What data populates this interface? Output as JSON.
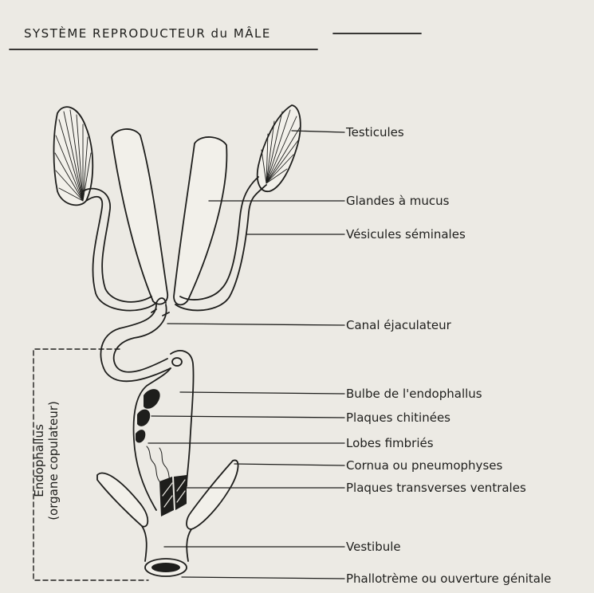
{
  "title": "SYSTÈME REPRODUCTEUR du MÂLE",
  "labels": [
    {
      "key": "testicules",
      "text": "Testicules"
    },
    {
      "key": "glandes",
      "text": "Glandes à mucus"
    },
    {
      "key": "vesicules",
      "text": "Vésicules séminales"
    },
    {
      "key": "canal",
      "text": "Canal éjaculateur"
    },
    {
      "key": "bulbe",
      "text": "Bulbe de l'endophallus"
    },
    {
      "key": "plaques_chitinees",
      "text": "Plaques chitinées"
    },
    {
      "key": "lobes",
      "text": "Lobes fimbriés"
    },
    {
      "key": "cornua",
      "text": "Cornua ou pneumophyses"
    },
    {
      "key": "plaques_transverses",
      "text": "Plaques transverses ventrales"
    },
    {
      "key": "vestibule",
      "text": "Vestibule"
    },
    {
      "key": "phallotreme",
      "text": "Phallotrème ou ouverture génitale"
    }
  ],
  "side_label": {
    "line1": "Endophallus",
    "line2": "(organe copulateur)"
  }
}
